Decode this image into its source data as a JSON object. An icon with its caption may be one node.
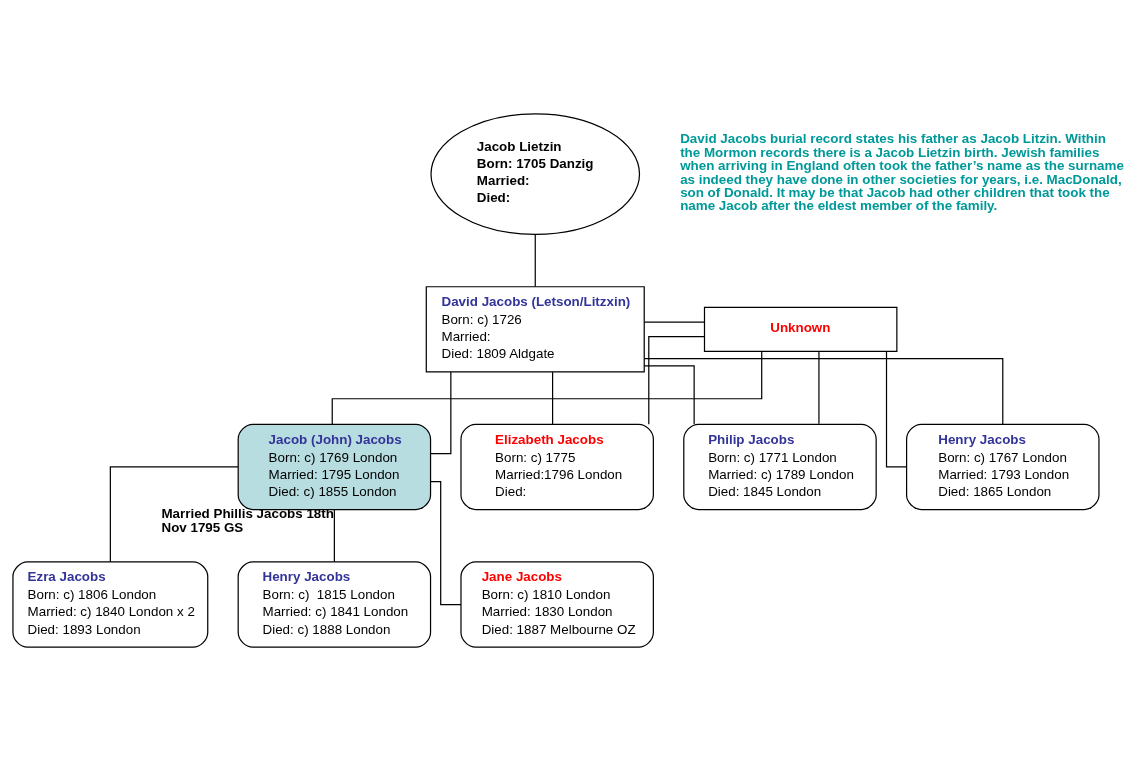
{
  "diagram": {
    "nodes": [
      {
        "text": [
          "Jacob Lietzin",
          "Born: 1705 Danzig",
          "Married:",
          "Died:"
        ]
      },
      {
        "text": [
          "David Jacobs (Letson/Litzxin)",
          "Born: c) 1726",
          "Married:",
          "Died: 1809 Aldgate"
        ]
      },
      {
        "text": [
          "Unknown"
        ]
      },
      {
        "text": [
          "Philip Jacobs",
          "Born: c) 1771 London",
          "Married: c) 1789 London",
          "Died: 1845 London"
        ]
      },
      {
        "text": [
          "Henry Jacobs",
          "Born: c) 1767 London",
          "Married: 1793 London",
          "Died: 1865 London"
        ]
      },
      {
        "text": [
          "Jacob (John) Jacobs",
          "Born: c) 1769 London",
          "Married: 1795 London",
          "Died: c) 1855 London"
        ]
      },
      {
        "text": [
          "Elizabeth Jacobs",
          "Born: c) 1775",
          "Married:1796 London",
          "Died:"
        ]
      },
      {
        "text": [
          "Ezra Jacobs",
          "Born: c) 1806 London",
          "Married: c) 1840 London x 2",
          "Died: 1893 London"
        ]
      },
      {
        "text": [
          "Henry Jacobs",
          "Born: c)  1815 London",
          "Married: c) 1841 London",
          "Died: c) 1888 London"
        ]
      },
      {
        "text": [
          "Jane Jacobs",
          "Born: c) 1810 London",
          "Married: 1830 London",
          "Died: 1887 Melbourne OZ"
        ]
      }
    ],
    "edges": [
      {
        "from": 0,
        "to": 1,
        "arrow": "none"
      },
      {
        "from": 1,
        "to": 2,
        "arrow": "none"
      },
      {
        "from": 1,
        "to": 3,
        "arrow": "none"
      },
      {
        "from": 1,
        "to": 4,
        "arrow": "none"
      },
      {
        "from": 1,
        "to": 5,
        "arrow": "none"
      },
      {
        "from": 1,
        "to": 6,
        "arrow": "none"
      },
      {
        "from": 2,
        "to": 3,
        "arrow": "none"
      },
      {
        "from": 2,
        "to": 4,
        "arrow": "none"
      },
      {
        "from": 2,
        "to": 5,
        "arrow": "none"
      },
      {
        "from": 2,
        "to": 6,
        "arrow": "none"
      },
      {
        "from": 5,
        "to": 7,
        "arrow": "none"
      },
      {
        "from": 5,
        "to": 8,
        "arrow": "none",
        "label": "Married Phillis Jacobs 18th Nov 1795 GS"
      },
      {
        "from": 5,
        "to": 9,
        "arrow": "none"
      }
    ],
    "labels": [
      "David Jacobs burial record states his father as Jacob Litzin. Within the Mormon records there is a Jacob Lietzin birth. Jewish families when arriving in England often took the father’s name as the surname as indeed they have done in other societies for years, i.e. MacDonald, son of Donald. It may be that Jacob had other children that took the name Jacob after the eldest member of the family."
    ]
  }
}
